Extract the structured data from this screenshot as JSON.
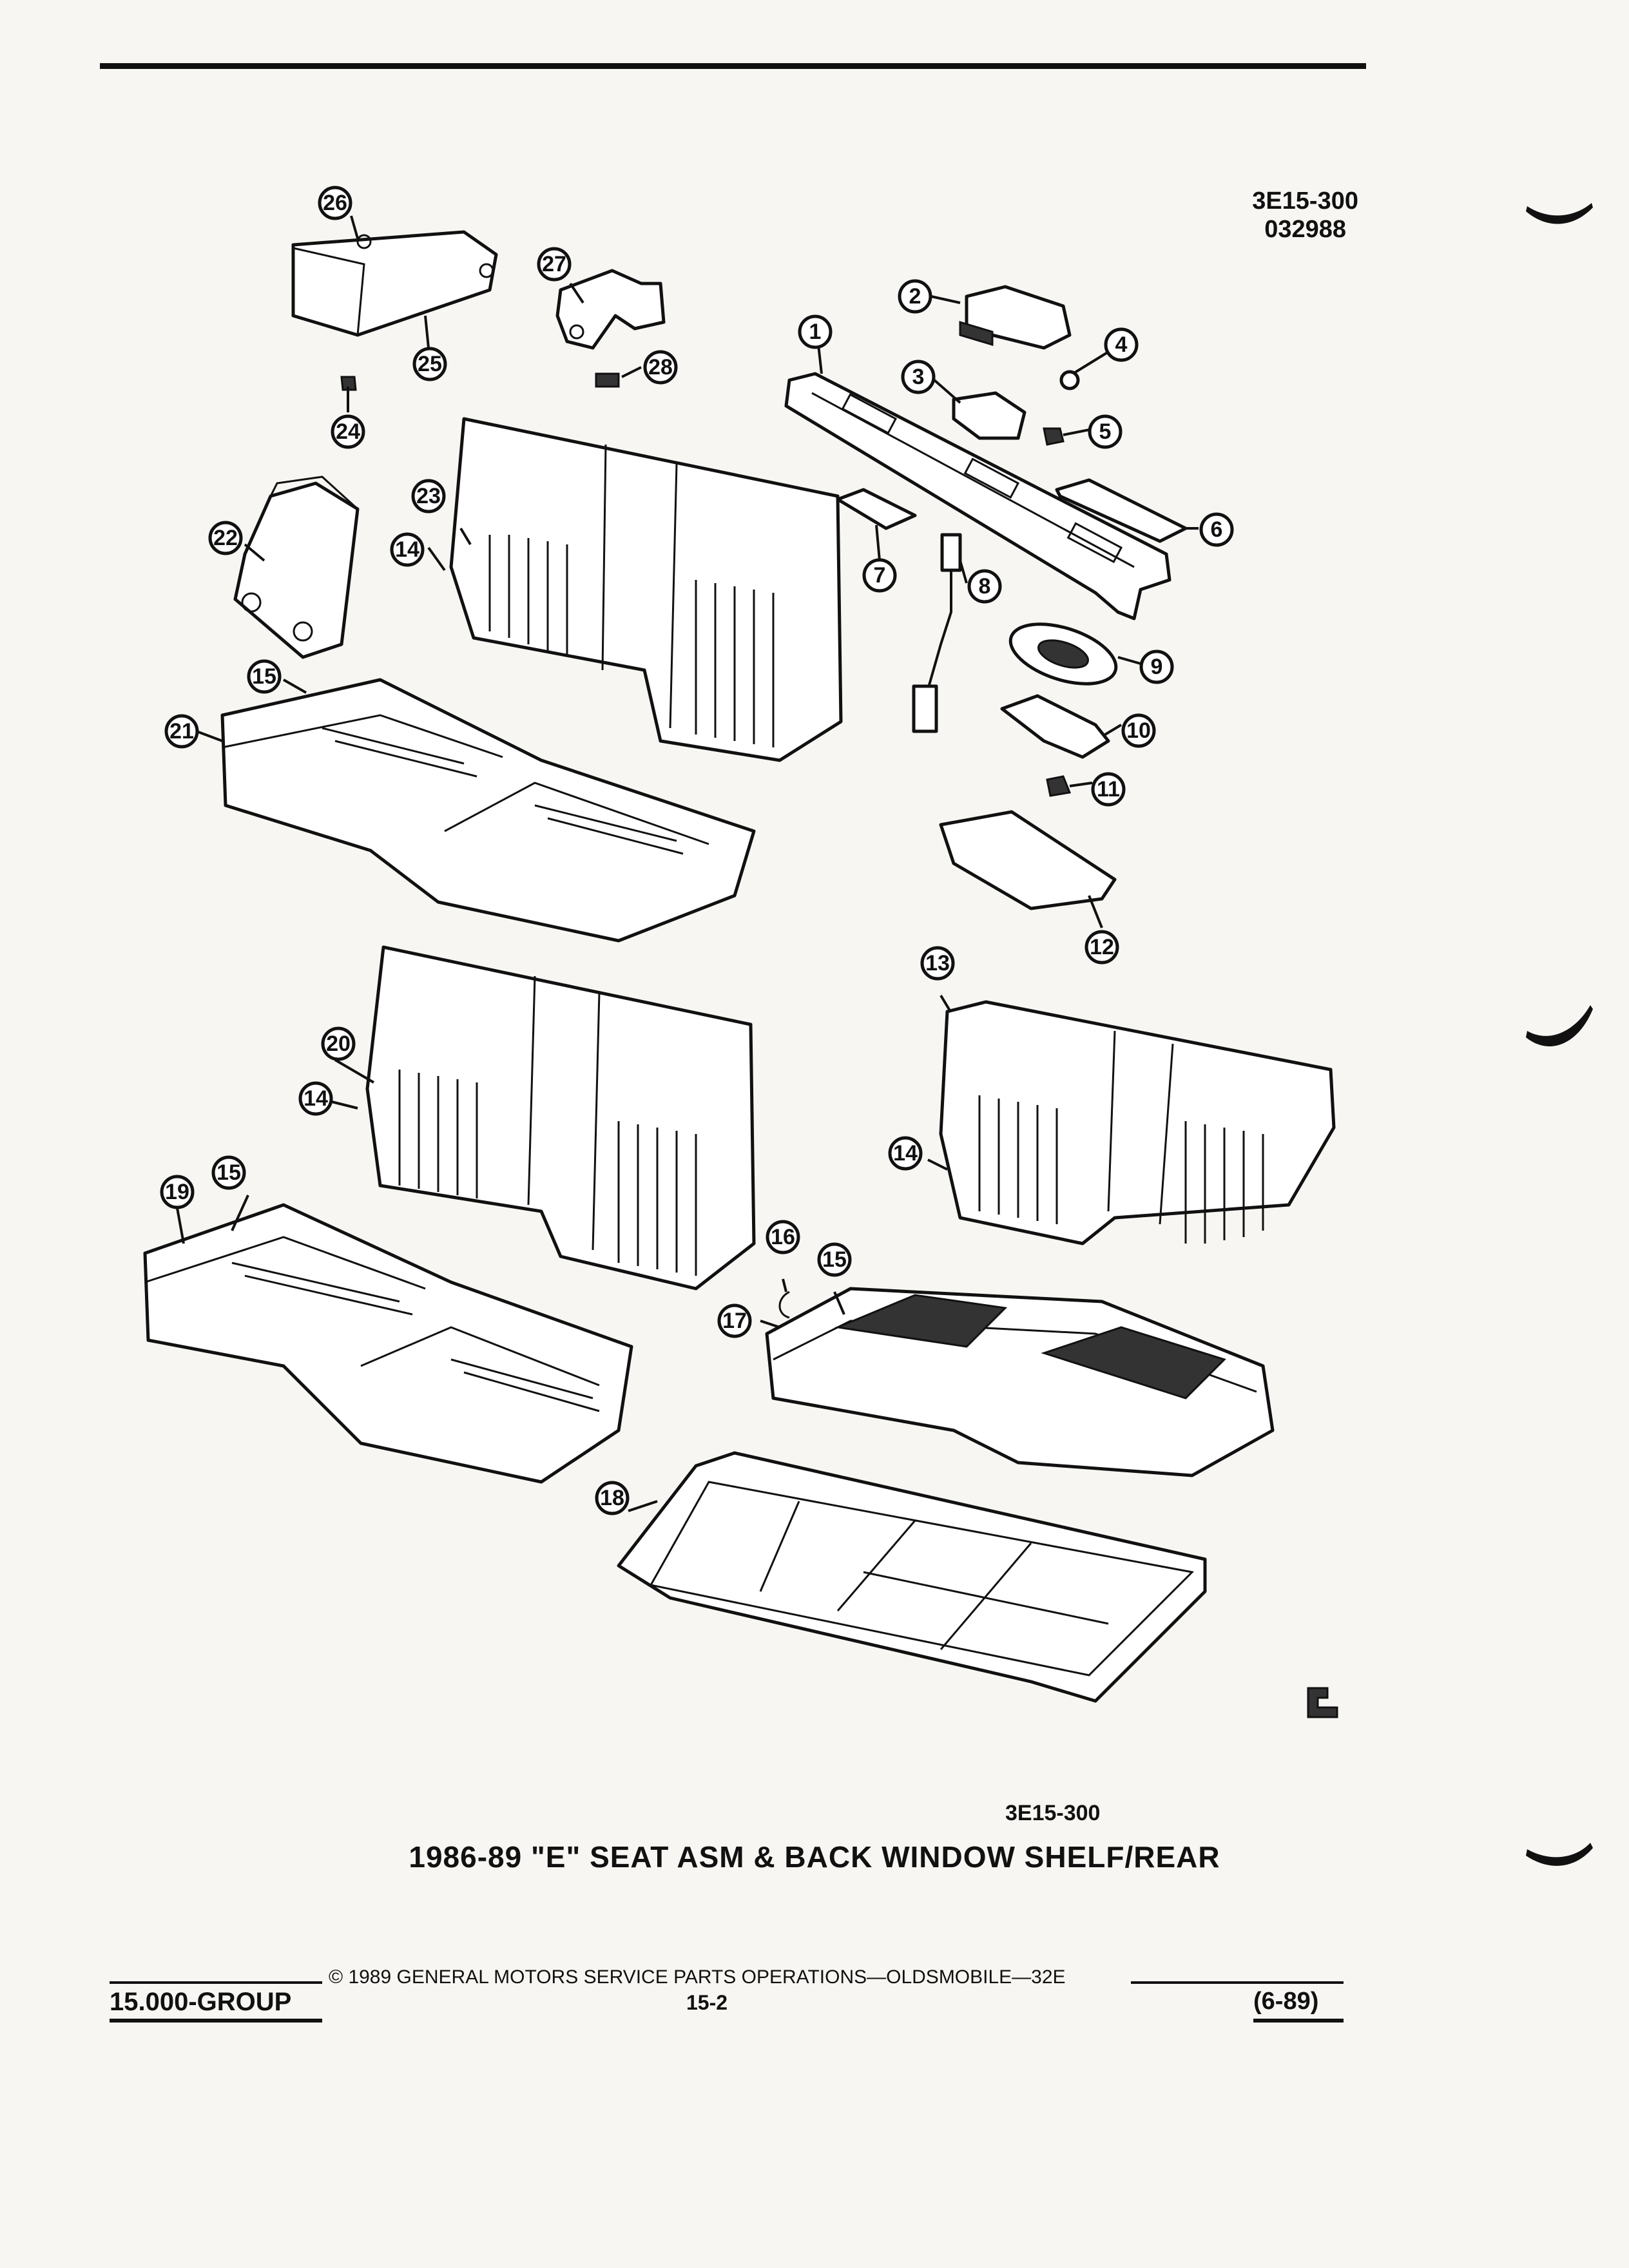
{
  "header": {
    "ref_code": "3E15-300",
    "ref_number": "032988"
  },
  "callouts": [
    {
      "id": "1",
      "label": "1"
    },
    {
      "id": "2",
      "label": "2"
    },
    {
      "id": "3",
      "label": "3"
    },
    {
      "id": "4",
      "label": "4"
    },
    {
      "id": "5",
      "label": "5"
    },
    {
      "id": "6",
      "label": "6"
    },
    {
      "id": "7",
      "label": "7"
    },
    {
      "id": "8",
      "label": "8"
    },
    {
      "id": "9",
      "label": "9"
    },
    {
      "id": "10",
      "label": "10"
    },
    {
      "id": "11",
      "label": "11"
    },
    {
      "id": "12",
      "label": "12"
    },
    {
      "id": "13",
      "label": "13"
    },
    {
      "id": "14",
      "label": "14"
    },
    {
      "id": "15",
      "label": "15"
    },
    {
      "id": "16",
      "label": "16"
    },
    {
      "id": "17",
      "label": "17"
    },
    {
      "id": "18",
      "label": "18"
    },
    {
      "id": "19",
      "label": "19"
    },
    {
      "id": "20",
      "label": "20"
    },
    {
      "id": "21",
      "label": "21"
    },
    {
      "id": "22",
      "label": "22"
    },
    {
      "id": "23",
      "label": "23"
    },
    {
      "id": "24",
      "label": "24"
    },
    {
      "id": "25",
      "label": "25"
    },
    {
      "id": "26",
      "label": "26"
    },
    {
      "id": "27",
      "label": "27"
    },
    {
      "id": "28",
      "label": "28"
    }
  ],
  "figure": {
    "code": "3E15-300",
    "title": "1986-89 \"E\" SEAT ASM & BACK WINDOW SHELF/REAR"
  },
  "footer": {
    "copyright": "© 1989 GENERAL MOTORS SERVICE PARTS OPERATIONS—OLDSMOBILE—32E",
    "group": "15.000-GROUP",
    "page": "15-2",
    "date": "(6-89)"
  }
}
